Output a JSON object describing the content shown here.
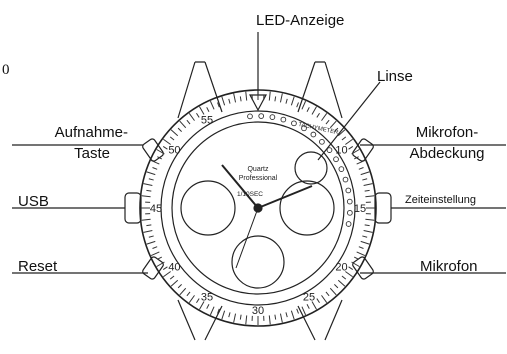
{
  "labels": {
    "led": "LED-Anzeige",
    "lens": "Linse",
    "record_line1": "Aufnahme-",
    "record_line2": "Taste",
    "mic_cover_line1": "Mikrofon-",
    "mic_cover_line2": "Abdeckung",
    "usb": "USB",
    "time_setting": "Zeiteinstellung",
    "reset": "Reset",
    "mic": "Mikrofon",
    "page_number": "0"
  },
  "dial": {
    "brand_line1": "Quartz",
    "brand_line2": "Professional",
    "subtext": "1/10SEC",
    "tachymeter": "TACHYMETER",
    "bezel_numbers": [
      "55",
      "50",
      "45",
      "40",
      "35",
      "30",
      "25",
      "20",
      "15",
      "10"
    ]
  },
  "colors": {
    "line": "#222222",
    "text": "#111111"
  }
}
